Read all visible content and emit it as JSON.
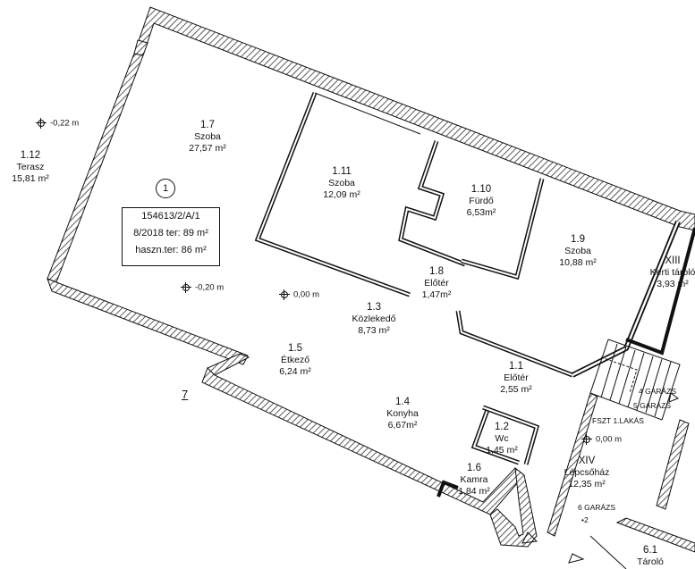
{
  "rooms": [
    {
      "id": "r17",
      "number": "1.7",
      "name": "Szoba",
      "area": "27,57 m²"
    },
    {
      "id": "r111",
      "number": "1.11",
      "name": "Szoba",
      "area": "12,09 m²"
    },
    {
      "id": "r110",
      "number": "1.10",
      "name": "Fürdő",
      "area": "6,53m²"
    },
    {
      "id": "r19",
      "number": "1.9",
      "name": "Szoba",
      "area": "10,88 m²"
    },
    {
      "id": "r18",
      "number": "1.8",
      "name": "Előtér",
      "area": "1,47m²"
    },
    {
      "id": "r13",
      "number": "1.3",
      "name": "Közlekedő",
      "area": "8,73 m²"
    },
    {
      "id": "r15",
      "number": "1.5",
      "name": "Étkező",
      "area": "6,24 m²"
    },
    {
      "id": "r14",
      "number": "1.4",
      "name": "Konyha",
      "area": "6,67m²"
    },
    {
      "id": "r11",
      "number": "1.1",
      "name": "Előtér",
      "area": "2,55 m²"
    },
    {
      "id": "r12",
      "number": "1.2",
      "name": "Wc",
      "area": "1,45 m²"
    },
    {
      "id": "r16",
      "number": "1.6",
      "name": "Kamra",
      "area": "1,84 m²"
    },
    {
      "id": "r112",
      "number": "1.12",
      "name": "Terasz",
      "area": "15,81 m²"
    },
    {
      "id": "rXIII",
      "number": "XIII",
      "name": "Kerti tároló",
      "area": "3,93 m²"
    },
    {
      "id": "rXIV",
      "number": "XIV",
      "name": "Lépcsőház",
      "area": "12,35 m²"
    },
    {
      "id": "r61",
      "number": "6.1",
      "name": "Tároló",
      "area": ""
    }
  ],
  "levels": [
    {
      "id": "lv1",
      "value": "-0,22 m"
    },
    {
      "id": "lv2",
      "value": "-0,20 m"
    },
    {
      "id": "lv3",
      "value": "0,00 m"
    },
    {
      "id": "lv4",
      "value": "0,00 m"
    }
  ],
  "property": {
    "circle_number": "1",
    "lines": [
      "154613/2/A/1",
      "8/2018 ter: 89 m²",
      "haszn.ter: 86 m²"
    ]
  },
  "annotations": {
    "garage4": "4 GARÁZS",
    "garage5": "5 GARÁZS",
    "fszt": "FSZT 1.LAKÁS",
    "garage6": "6 GARÁZS",
    "dot2": "•2",
    "mark7": "7"
  },
  "colors": {
    "wall": "#111111",
    "hatch": "#444444",
    "paper": "#ffffff"
  }
}
